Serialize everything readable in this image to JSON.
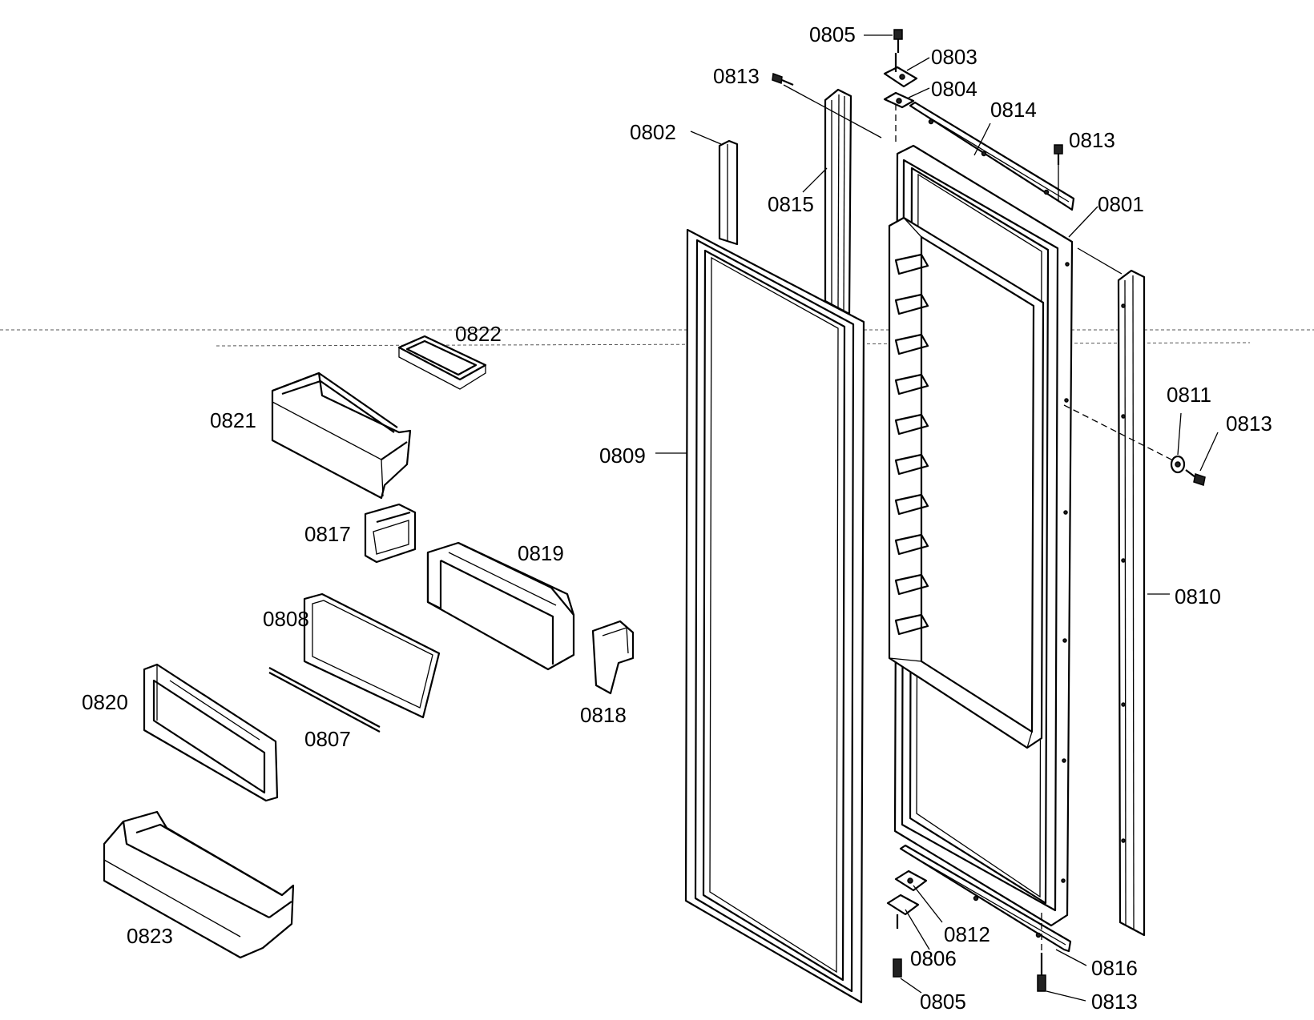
{
  "parts": {
    "p0801": "0801",
    "p0802": "0802",
    "p0803": "0803",
    "p0804": "0804",
    "p0805_top": "0805",
    "p0805_bottom": "0805",
    "p0806": "0806",
    "p0807": "0807",
    "p0808": "0808",
    "p0809": "0809",
    "p0810": "0810",
    "p0811": "0811",
    "p0812": "0812",
    "p0813_a": "0813",
    "p0813_b": "0813",
    "p0813_c": "0813",
    "p0813_d": "0813",
    "p0814": "0814",
    "p0815": "0815",
    "p0816": "0816",
    "p0817": "0817",
    "p0818": "0818",
    "p0819": "0819",
    "p0820": "0820",
    "p0821": "0821",
    "p0822": "0822",
    "p0823": "0823"
  }
}
